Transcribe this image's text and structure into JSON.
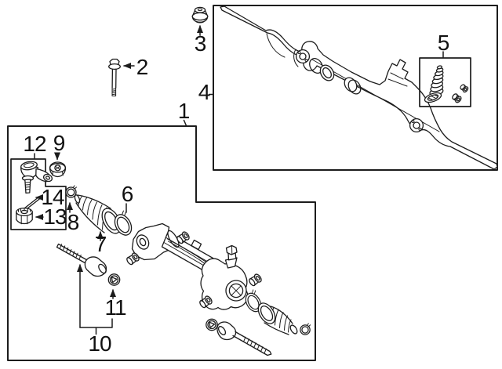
{
  "diagram": {
    "background": "#ffffff",
    "line_color": "#1c1c1c",
    "callouts": [
      {
        "label": "1",
        "part": "components-box"
      },
      {
        "label": "2",
        "part": "flange-bolt"
      },
      {
        "label": "3",
        "part": "cap"
      },
      {
        "label": "4",
        "part": "steering-gear-assembly"
      },
      {
        "label": "5",
        "part": "repair-kit"
      },
      {
        "label": "6",
        "part": "boot-clamp"
      },
      {
        "label": "7",
        "part": "steering-rack-boot"
      },
      {
        "label": "8",
        "part": "boot-clip"
      },
      {
        "label": "9",
        "part": "lock-nut"
      },
      {
        "label": "10",
        "part": "inner-tie-rod-group"
      },
      {
        "label": "11",
        "part": "claw-washer"
      },
      {
        "label": "12",
        "part": "outer-tie-rod-end"
      },
      {
        "label": "13",
        "part": "castle-nut"
      },
      {
        "label": "14",
        "part": "cotter-pin"
      }
    ]
  }
}
